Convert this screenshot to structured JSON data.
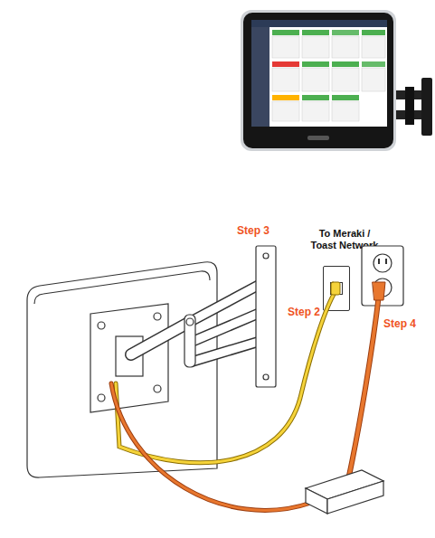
{
  "diagram": {
    "nodes": [
      {
        "text": [
          "To Meraki / Toast Network"
        ]
      }
    ],
    "labels": [
      "Step 3",
      "Step 2",
      "Step 4"
    ]
  }
}
